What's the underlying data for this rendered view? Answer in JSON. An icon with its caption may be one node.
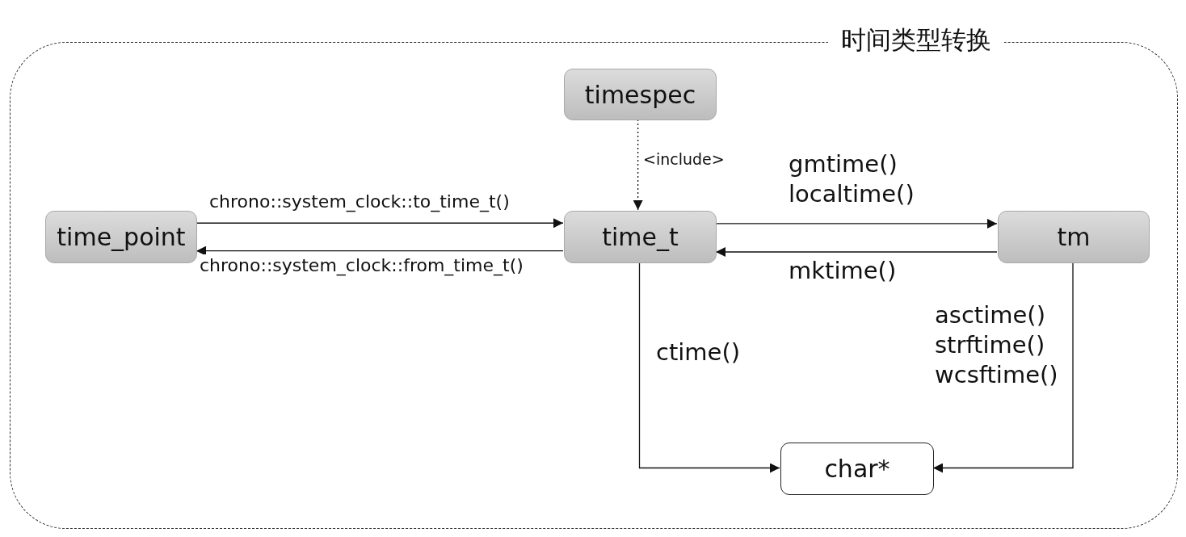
{
  "diagram": {
    "nodes": [
      {
        "text": [
          "时间类型转换"
        ]
      },
      {
        "text": [
          "timespec"
        ],
        "in": 0
      },
      {
        "text": [
          "time_point"
        ],
        "in": 0
      },
      {
        "text": [
          "time_t"
        ],
        "in": 0
      },
      {
        "text": [
          "tm"
        ],
        "in": 0
      },
      {
        "text": [
          "char*"
        ],
        "in": 0
      }
    ],
    "edges": [
      {
        "from": 1,
        "to": 3,
        "arrow": "to",
        "label": "<include>",
        "style": "dashed"
      },
      {
        "from": 2,
        "to": 3,
        "arrow": "to",
        "label": "chrono::system_clock::to_time_t()"
      },
      {
        "from": 3,
        "to": 2,
        "arrow": "to",
        "label": "chrono::system_clock::from_time_t()"
      },
      {
        "from": 3,
        "to": 4,
        "arrow": "to",
        "label": "gmtime() localtime()"
      },
      {
        "from": 4,
        "to": 3,
        "arrow": "to",
        "label": "mktime()"
      },
      {
        "from": 3,
        "to": 5,
        "arrow": "to",
        "label": "ctime()"
      },
      {
        "from": 4,
        "to": 5,
        "arrow": "to",
        "label": "asctime() strftime() wcsftime()"
      }
    ]
  }
}
